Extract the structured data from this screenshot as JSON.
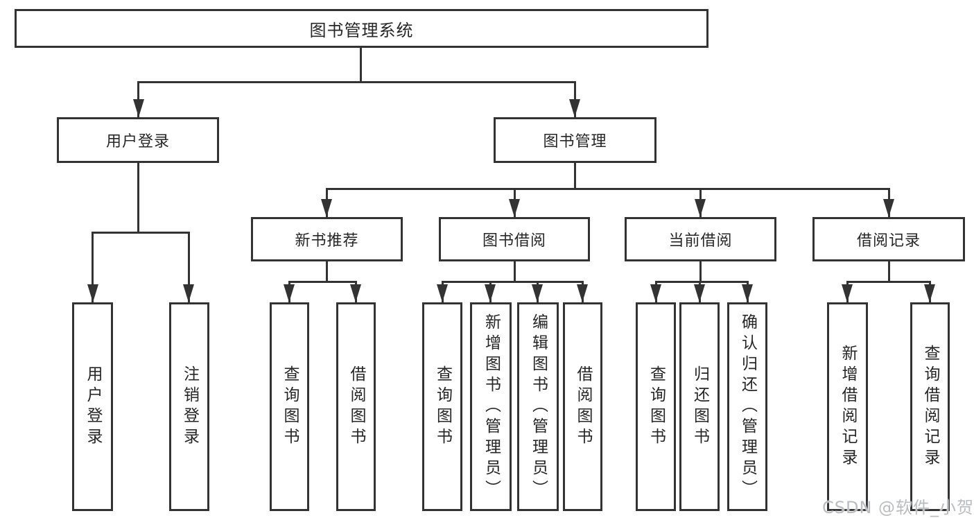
{
  "colors": {
    "line": "#333333",
    "text": "#262626",
    "background": "#ffffff",
    "watermark_text_color": "#b9bdc1"
  },
  "watermark": {
    "text": "CSDN @软件_小贺同学"
  },
  "nodes": {
    "root": {
      "label": "图书管理系统"
    },
    "user_login": {
      "label": "用户登录"
    },
    "book_mgmt": {
      "label": "图书管理"
    },
    "new_book_rec": {
      "label": "新书推荐"
    },
    "book_borrow": {
      "label": "图书借阅"
    },
    "current_borrow": {
      "label": "当前借阅"
    },
    "borrow_records": {
      "label": "借阅记录"
    },
    "leaf_user_login": {
      "label": "用户登录"
    },
    "leaf_logout": {
      "label": "注销登录"
    },
    "rec_query_books": {
      "label": "查询图书"
    },
    "rec_borrow_books": {
      "label": "借阅图书"
    },
    "bb_query_books": {
      "label": "查询图书"
    },
    "bb_add_books": {
      "label": "新增图书（管理员）"
    },
    "bb_edit_books": {
      "label": "编辑图书（管理员）"
    },
    "bb_borrow_books": {
      "label": "借阅图书"
    },
    "cb_query_books": {
      "label": "查询图书"
    },
    "cb_return_books": {
      "label": "归还图书"
    },
    "cb_confirm_return": {
      "label": "确认归还（管理员）"
    },
    "br_add_record": {
      "label": "新增借阅记录"
    },
    "br_query_record": {
      "label": "查询借阅记录"
    }
  }
}
